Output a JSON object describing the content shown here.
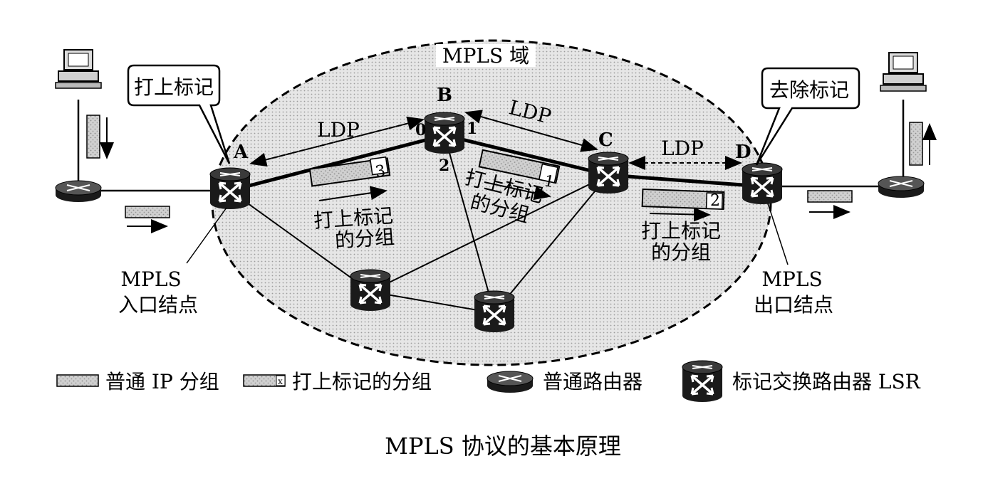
{
  "diagram": {
    "domain_label": "MPLS 域",
    "nodes": {
      "a": "A",
      "b": "B",
      "c": "C",
      "d": "D"
    },
    "ports": {
      "b0": "0",
      "b1": "1",
      "b2": "2"
    },
    "ldp": {
      "ab": "LDP",
      "bc": "LDP",
      "cd": "LDP"
    },
    "callouts": {
      "push": "打上标记",
      "pop": "去除标记"
    },
    "labels": {
      "packet1": "3",
      "packet2": "1",
      "packet3": "2"
    },
    "packet_text": {
      "line1": "打上标记",
      "line2": "的分组"
    },
    "ingress": {
      "line1": "MPLS",
      "line2": "入口结点"
    },
    "egress": {
      "line1": "MPLS",
      "line2": "出口结点"
    }
  },
  "legend": {
    "ip_packet": "普通 IP 分组",
    "labeled_packet": "打上标记的分组",
    "labeled_symbol": "x",
    "normal_router": "普通路由器",
    "lsr": "标记交换路由器 LSR"
  },
  "caption": "MPLS 协议的基本原理"
}
